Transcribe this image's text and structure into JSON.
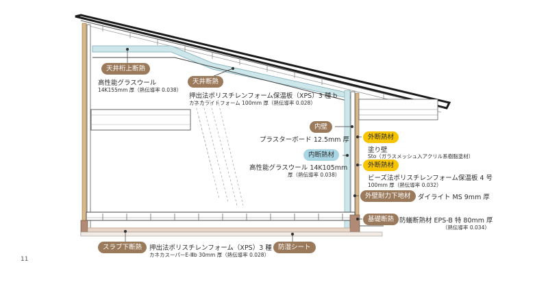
{
  "page_number": "11",
  "labels": {
    "ceiling_beam": {
      "tag": "天井桁上断熱",
      "line1": "高性能グラスウール",
      "line2": "14K155mm 厚（熱伝導率 0.038）"
    },
    "ceiling": {
      "tag": "天井断熱",
      "line1": "押出法ポリスチレンフォーム保温板（XPS）3 種 b",
      "line2": "カネカライトフォーム 100mm 厚（熱伝導率 0.028）"
    },
    "interior_wall": {
      "tag": "内壁",
      "line1": "プラスターボード 12.5mm 厚"
    },
    "interior_insulation": {
      "tag": "内断熱材",
      "line1": "高性能グラスウール 14K105mm",
      "line2": "厚（熱伝導率 0.038）"
    },
    "exterior_insulation_1": {
      "tag": "外断熱材",
      "line1": "塗り壁",
      "line2": "Sto（ガラスメッシュ入アクリル系樹脂塗材）"
    },
    "exterior_insulation_2": {
      "tag": "外断熱材",
      "line1": "ビーズ法ポリスチレンフォーム保温板 4 号",
      "line2": "100mm 厚（熱伝導率 0.032）"
    },
    "exterior_wall_base": {
      "tag": "外壁耐力下地材",
      "line1": "ダイライト MS 9mm 厚"
    },
    "foundation": {
      "tag": "基礎断熱",
      "line1": "防蟻断熱材 EPS-B 特 80mm 厚",
      "line2": "（熱伝導率 0.034）"
    },
    "slab": {
      "tag": "スラブ下断熱",
      "line1": "押出法ポリスチレンフォーム（XPS）3 種",
      "line2": "カネカスーパーE-Ⅲb 30mm 厚（熱伝導率 0.028）"
    },
    "moisture": {
      "tag": "防湿シート"
    }
  },
  "colors": {
    "tag_brown": "#9b7a5c",
    "tag_blue": "#a9d6e4",
    "tag_yellow": "#f7c400",
    "insulation_blue": "#cde6ea",
    "wood": "#d9b98a",
    "concrete": "#b08a75"
  }
}
